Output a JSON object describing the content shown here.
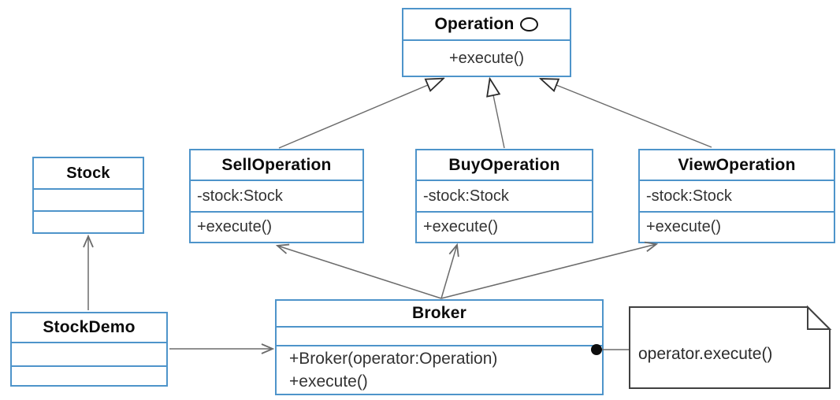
{
  "diagram": {
    "type": "uml-class-diagram",
    "classes": [
      {
        "id": "operation",
        "name": "Operation",
        "stereotype_icon": "interface-circle-icon",
        "attributes": [],
        "methods": [
          "+execute()"
        ]
      },
      {
        "id": "sell-operation",
        "name": "SellOperation",
        "stereotype_icon": null,
        "attributes": [
          "-stock:Stock"
        ],
        "methods": [
          "+execute()"
        ]
      },
      {
        "id": "buy-operation",
        "name": "BuyOperation",
        "stereotype_icon": null,
        "attributes": [
          "-stock:Stock"
        ],
        "methods": [
          "+execute()"
        ]
      },
      {
        "id": "view-operation",
        "name": "ViewOperation",
        "stereotype_icon": null,
        "attributes": [
          "-stock:Stock"
        ],
        "methods": [
          "+execute()"
        ]
      },
      {
        "id": "stock",
        "name": "Stock",
        "stereotype_icon": null,
        "attributes": [],
        "methods": []
      },
      {
        "id": "stock-demo",
        "name": "StockDemo",
        "stereotype_icon": null,
        "attributes": [],
        "methods": []
      },
      {
        "id": "broker",
        "name": "Broker",
        "stereotype_icon": null,
        "attributes": [],
        "methods": [
          "+Broker(operator:Operation)",
          "+execute()"
        ]
      }
    ],
    "note": {
      "text": "operator.execute()"
    },
    "relationships": [
      {
        "from": "SellOperation",
        "to": "Operation",
        "type": "generalization"
      },
      {
        "from": "BuyOperation",
        "to": "Operation",
        "type": "generalization"
      },
      {
        "from": "ViewOperation",
        "to": "Operation",
        "type": "generalization"
      },
      {
        "from": "StockDemo",
        "to": "Stock",
        "type": "association-arrow"
      },
      {
        "from": "StockDemo",
        "to": "Broker",
        "type": "association-arrow"
      },
      {
        "from": "Broker",
        "to": "SellOperation",
        "type": "association-arrow"
      },
      {
        "from": "Broker",
        "to": "BuyOperation",
        "type": "association-arrow"
      },
      {
        "from": "Broker",
        "to": "ViewOperation",
        "type": "association-arrow"
      },
      {
        "from": "Broker",
        "to": "note",
        "type": "note-anchor-dot"
      }
    ],
    "colors": {
      "class_border": "#4e94ca",
      "connector_line": "#6b6b6b",
      "generalization_triangle_stroke": "#2a2a2a",
      "note_border": "#404040",
      "anchor_dot": "#0d0d0d",
      "title_text": "#0b0b0b",
      "member_text": "#333333",
      "background": "#ffffff"
    }
  }
}
